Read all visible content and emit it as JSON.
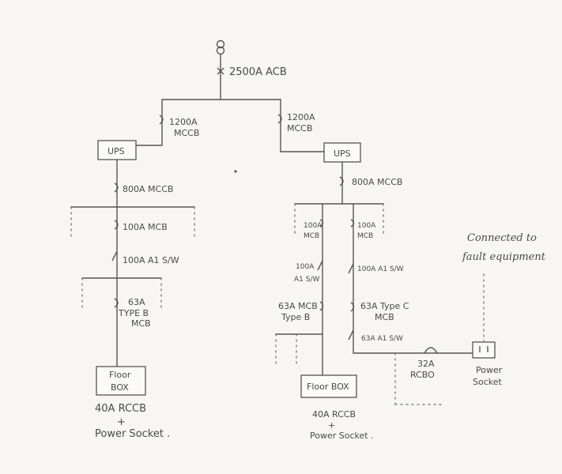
{
  "supply": {
    "incomer": "2500A ACB"
  },
  "left": {
    "feeder_mccb": [
      "1200A",
      "MCCB"
    ],
    "ups": "UPS",
    "ups_mccb": "800A MCCB",
    "mcb": "100A MCB",
    "isolator": "100A A1 S/W",
    "final_mcb": [
      "63A",
      "TYPE B",
      "MCB"
    ],
    "floor_box": [
      "Floor",
      "BOX"
    ],
    "rccb": "40A RCCB",
    "plus": "+",
    "socket": "Power Socket ."
  },
  "right": {
    "feeder_mccb": [
      "1200A",
      "MCCB"
    ],
    "ups": "UPS",
    "ups_mccb": "800A MCCB",
    "branch_a_mcb": [
      "100A",
      "MCB"
    ],
    "branch_b_mcb": [
      "100A",
      "MCB"
    ],
    "branch_a_isolator": [
      "100A",
      "A1 S/W"
    ],
    "branch_b_isolator": "100A A1 S/W",
    "branch_a_final": [
      "63A MCB",
      "Type B"
    ],
    "branch_b_final": [
      "63A Type C",
      "MCB"
    ],
    "branch_b_isolator2": "63A A1 S/W",
    "rcbo": [
      "32A",
      "RCBO"
    ],
    "floor_box": "Floor BOX",
    "rccb": "40A RCCB",
    "plus": "+",
    "socket": "Power Socket .",
    "fault_socket": [
      "Power",
      "Socket"
    ],
    "fault_note": [
      "Connected to",
      "fault equipment"
    ]
  }
}
